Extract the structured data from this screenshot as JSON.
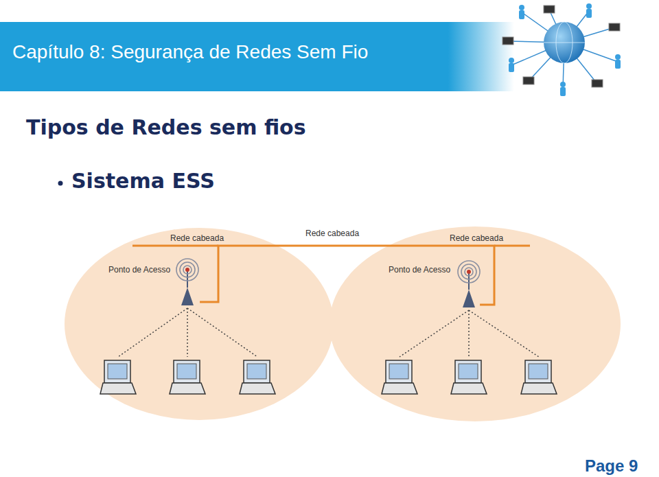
{
  "diagram": {
    "title": "Capítulo 8: Segurança de Redes Sem Fio",
    "nodes": [
      {
        "text": [
          "Ponto de Acesso"
        ]
      },
      {
        "text": [
          "Ponto de Acesso"
        ]
      }
    ],
    "edges": [
      {
        "from": 0,
        "to": 1,
        "label": "Rede cabeada",
        "arrow": "none"
      }
    ],
    "labels": [
      "Tipos de Redes sem fios",
      "Sistema ESS",
      "Rede cabeada",
      "Rede cabeada",
      "Page 9"
    ]
  }
}
